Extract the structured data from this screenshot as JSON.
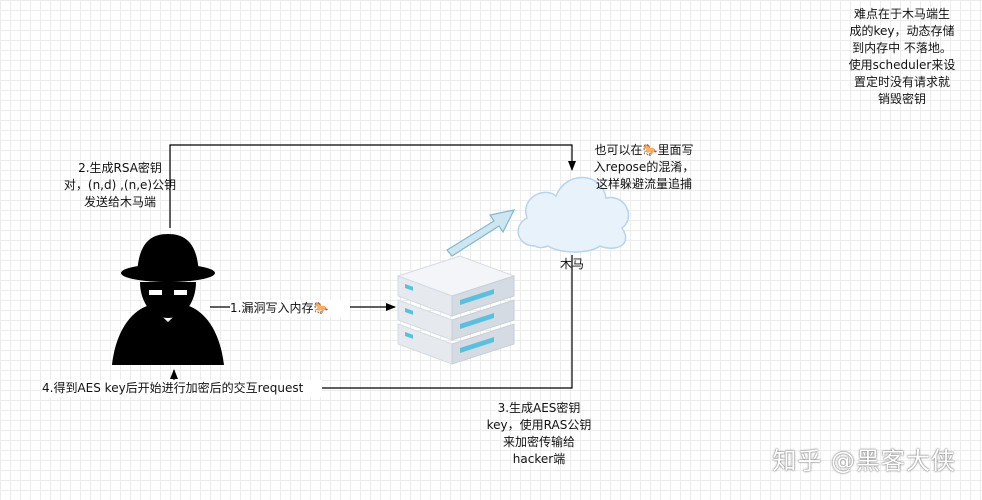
{
  "note_top_right": "难点在于木马端生\n成的key，动态存储\n到内存中 不落地。\n使用scheduler来设\n置定时没有请求就\n销毁密钥",
  "label_step2": "2.生成RSA密钥\n对，(n,d) ,(n,e)公钥\n发送给木马端",
  "label_step1": "1.漏洞写入内存🐎",
  "label_step4": "4.得到AES key后开始进行加密后的交互request",
  "label_step3": "3.生成AES密钥\nkey，使用RAS公钥\n来加密传输给\nhacker端",
  "label_trojan": "木马",
  "label_obfuscation": "也可以在🐎里面写\n入repose的混淆，\n这样躲避流量追捕",
  "watermark": "知乎 @黑客大侠",
  "colors": {
    "line": "#000000",
    "hacker": "#000000",
    "cloud_fill": "#e8f2fb",
    "cloud_stroke": "#b9d3ea",
    "arrow_fill": "#cfe6f1",
    "arrow_stroke": "#7fb8cf",
    "server_top": "#f2f4f7",
    "server_front": "#e3e7ec",
    "server_led": "#5bc0de"
  }
}
